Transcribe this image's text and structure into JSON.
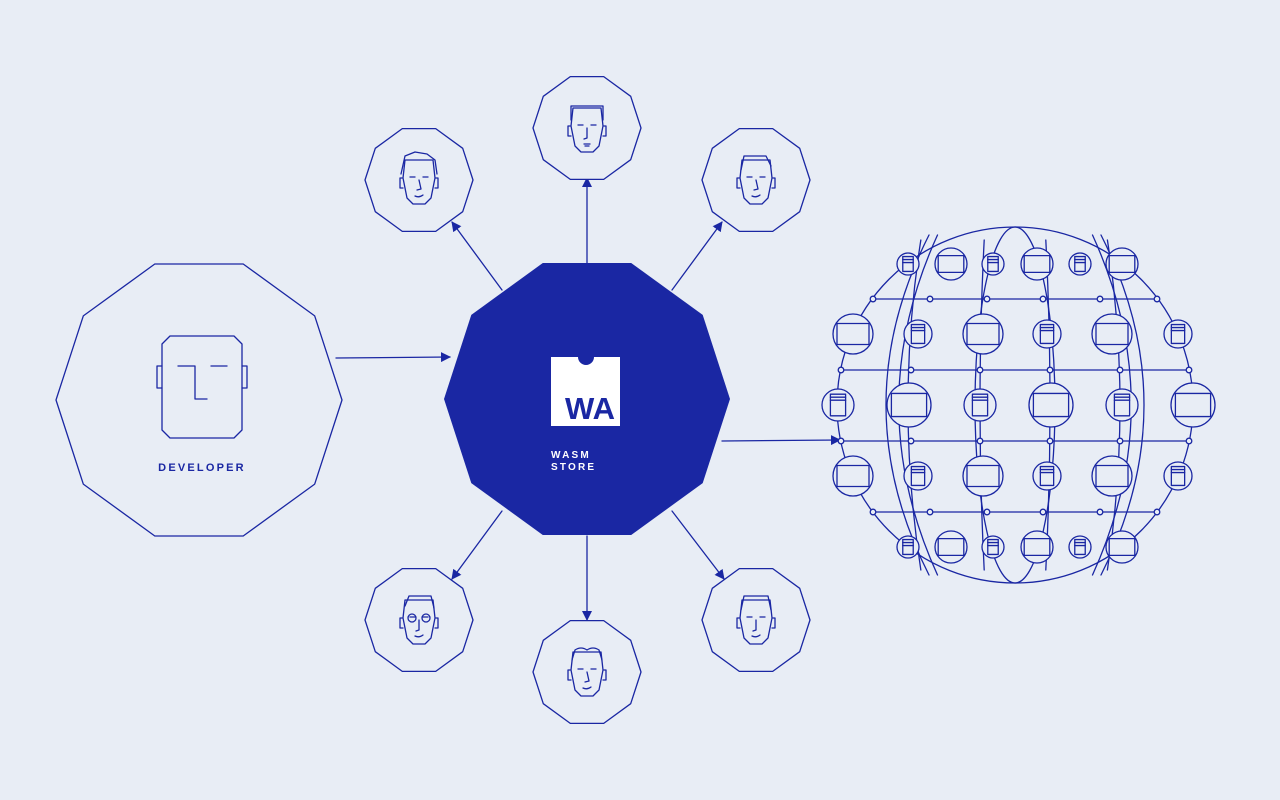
{
  "colors": {
    "background": "#e8edf5",
    "primary": "#1a27a3",
    "logo_text": "#ffffff"
  },
  "developer": {
    "label": "DEVELOPER",
    "icon": "developer-face-icon"
  },
  "store": {
    "logo_text": "WA",
    "label_line1": "WASM",
    "label_line2": "STORE",
    "icon": "wasm-logo-icon"
  },
  "users": [
    {
      "icon": "user-face-icon-1"
    },
    {
      "icon": "user-face-icon-2"
    },
    {
      "icon": "user-face-icon-3"
    },
    {
      "icon": "user-face-icon-4"
    },
    {
      "icon": "user-face-icon-5"
    },
    {
      "icon": "user-face-icon-6"
    }
  ],
  "network": {
    "icon": "server-globe-icon"
  }
}
